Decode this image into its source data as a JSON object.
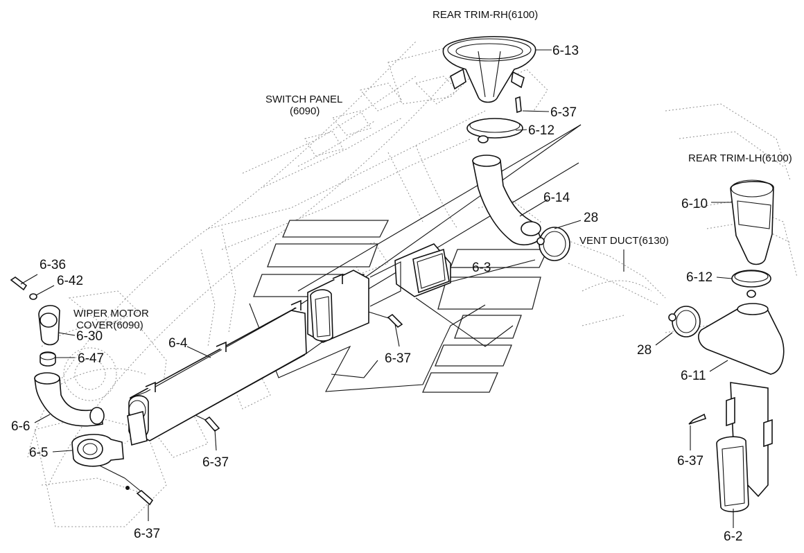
{
  "references": {
    "rear_trim_rh": "REAR TRIM-RH(6100)",
    "switch_panel_line1": "SWITCH PANEL",
    "switch_panel_line2": "(6090)",
    "rear_trim_lh": "REAR TRIM-LH(6100)",
    "vent_duct": "VENT DUCT(6130)",
    "wiper_motor_line1": "WIPER MOTOR",
    "wiper_motor_line2": "COVER(6090)"
  },
  "callouts": {
    "p6_13": "6-13",
    "p6_37_top": "6-37",
    "p6_12_top": "6-12",
    "p6_14": "6-14",
    "p28_top": "28",
    "p6_3": "6-3",
    "p6_10": "6-10",
    "p6_12_right": "6-12",
    "p28_bottom": "28",
    "p6_11": "6-11",
    "p6_36": "6-36",
    "p6_42": "6-42",
    "p6_30": "6-30",
    "p6_47": "6-47",
    "p6_4": "6-4",
    "p6_37_mid": "6-37",
    "p6_6": "6-6",
    "p6_5": "6-5",
    "p6_37_left": "6-37",
    "p6_37_bottom": "6-37",
    "p6_37_right": "6-37",
    "p6_2": "6-2"
  }
}
